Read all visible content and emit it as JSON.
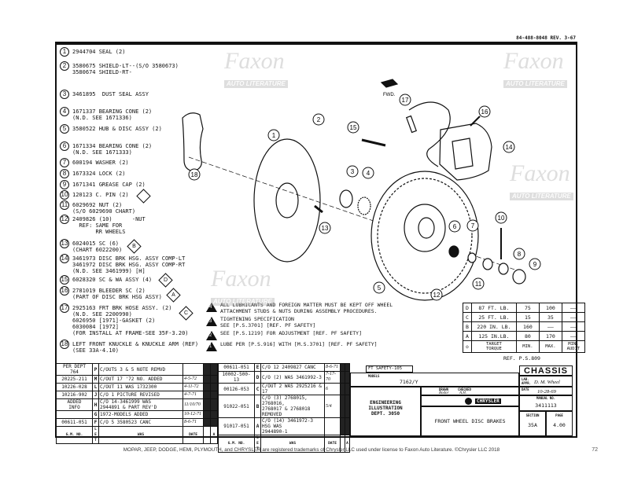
{
  "doc_number": "84-488-8048 REV. 3-67",
  "watermark": {
    "brand": "Faxon",
    "sub": "AUTO LITERATURE"
  },
  "parts": [
    {
      "n": "1",
      "text": "2944704 SEAL (2)"
    },
    {
      "n": "2",
      "text": "3580675 SHIELD-LT--(S/O 3580673)\n3580674 SHIELD-RT-"
    },
    {
      "n": "3",
      "text": "3461895  DUST SEAL ASSY"
    },
    {
      "n": "4",
      "text": "1671337 BEARING CONE (2)\n(N.D. SEE 1671336)"
    },
    {
      "n": "5",
      "text": "3580522 HUB & DISC ASSY (2)"
    },
    {
      "n": "6",
      "text": "1671334 BEARING CONE (2)\n(N.D. SEE 1671333)"
    },
    {
      "n": "7",
      "text": "600194 WASHER (2)"
    },
    {
      "n": "8",
      "text": "1673324 LOCK (2)"
    },
    {
      "n": "9",
      "text": "1671341 GREASE CAP (2)"
    },
    {
      "n": "10",
      "text": "120123 C. PIN (2)"
    },
    {
      "n": "11",
      "text": "6029692 NUT (2)\n(S/O 6029690 CHART)"
    },
    {
      "n": "12",
      "text": "2409826 (10)      -NUT\n  REF: SAME FOR\n       RR WHEELS"
    },
    {
      "n": "13",
      "text": "6024015 SC (6)\n(CHART 6022200)"
    },
    {
      "n": "14",
      "text": "3461973 DISC BRK HSG. ASSY COMP-LT\n3461972 DISC BRK HSG. ASSY COMP-RT\n(N.D. SEE 3461999) [H]"
    },
    {
      "n": "15",
      "text": "6028320 SC & WA ASSY (4)"
    },
    {
      "n": "16",
      "text": "2781019 BLEEDER SC (2)\n(PART OF DISC BRK HSG ASSY)"
    },
    {
      "n": "17",
      "text": "2925163 FRT BRK HOSE ASSY. (2)\n(N.D. SEE 2200990)\n6026950 [1971]-GASKET (2)\n6030084 [1972]\n(FOR INSTALL AT FRAME-SEE 35F-3.20)"
    },
    {
      "n": "18",
      "text": "LEFT FRONT KNUCKLE & KNUCKLE ARM (REF)\n(SEE 33A-4.10)"
    }
  ],
  "part_diamonds": {
    "10": "",
    "13": "B",
    "15": "D",
    "16": "A",
    "17": "C"
  },
  "drawing": {
    "fwd_label": "FWD."
  },
  "notes": [
    {
      "n": "4",
      "text": "ALL LUBRICANTS AND FOREIGN MATTER MUST BE KEPT OFF WHEEL\nATTACHMENT STUDS & NUTS DURING ASSEMBLY PROCEDURES."
    },
    {
      "n": "3",
      "text": "TIGHTENING SPECIFICATION\nSEE [P.S.3701] [REF. PF SAFETY]"
    },
    {
      "n": "2",
      "text": "SEE [P.S.1219] FOR ADJUSTMENT [REF. PF SAFETY]"
    },
    {
      "n": "1",
      "text": "LUBE PER [P.S.916] WITH [M.S.3701] [REF. PF SAFETY]"
    }
  ],
  "torque": {
    "rows": [
      {
        "k": "D",
        "torque": "87 FT. LB.",
        "min": "75",
        "max": "100",
        "audit": "——"
      },
      {
        "k": "C",
        "torque": "25 FT. LB.",
        "min": "15",
        "max": "35",
        "audit": "——"
      },
      {
        "k": "B",
        "torque": "220 IN. LB.",
        "min": "160",
        "max": "——",
        "audit": "——"
      },
      {
        "k": "A",
        "torque": "125 IN.LB.",
        "min": "80",
        "max": "170",
        "audit": "——"
      }
    ],
    "header": {
      "torque": "TARGET\nTORQUE",
      "min": "MIN.",
      "max": "MAX.",
      "audit": "MIN.\nAUDIT"
    },
    "ref": "REF. P.S.809"
  },
  "revisions_left": [
    {
      "gm": "PER DEPT 764",
      "let": "P",
      "was": "C/OUTS 3 & 5 NOTE REMVD",
      "date": ""
    },
    {
      "gm": "20225-211",
      "let": "M",
      "was": "C/OUT 17 '72 NO. ADDED",
      "date": "4-5-72"
    },
    {
      "gm": "10226-028",
      "let": "L",
      "was": "C/OUT 11 WAS 1732300",
      "date": "4-11-72"
    },
    {
      "gm": "10216-902",
      "let": "J",
      "was": "C/O 1 PICTURE REVISED",
      "date": "4-7-71"
    },
    {
      "gm": "ADDED\nINFO",
      "let": "H",
      "was": "C/O 14-3461999 WAS\n2944891 & PART REV'D",
      "date": "11/10/70"
    },
    {
      "gm": "",
      "let": "G",
      "was": "1972-MODELS ADDED",
      "date": "10-12-71"
    },
    {
      "gm": "00611-051",
      "let": "F",
      "was": "C/O 5 3580523 CANC",
      "date": "8-6-71"
    }
  ],
  "revisions_right": [
    {
      "gm": "00611-051",
      "let": "E",
      "was": "C/O 12 2409827 CANC",
      "date": "8-6-71"
    },
    {
      "gm": "10002-500-13",
      "let": "D",
      "was": "C/O (2) WAS 3461992-3",
      "date": "7-17-70"
    },
    {
      "gm": "00126-053",
      "let": "C",
      "was": "C/OUT 2 WAS 2925216 & 17",
      "date": "6"
    },
    {
      "gm": "91022-051",
      "let": "B",
      "was": "C/O (3) 2768015, 2768016,\n2768017 & 2768018 REMOVED",
      "date": "5/4"
    },
    {
      "gm": "91017-051",
      "let": "A",
      "was": "C/O (14) 3461972-3  HSG WAS\n2944890-1",
      "date": ""
    }
  ],
  "rev_headers": {
    "gm": "G.M. NO.",
    "let": "LET",
    "was": "WAS",
    "date": "DATE",
    "a": "A"
  },
  "title_block": {
    "safety": "FT SAFETY-105",
    "models_label": "MODELS",
    "models": "7162/Y",
    "dept": "ENGINEERING\nILLUSTRATION\nDEPT. 3050",
    "drawn_label": "DRAWN",
    "drawn": "Bodor",
    "checked_label": "CHECKED",
    "checked": "A.H.",
    "company": "CHRYSLER",
    "title": "FRONT WHEEL DISC BRAKES",
    "category": "CHASSIS",
    "appr_label": "LAB. APPR.",
    "appr": "D. M. Wheel",
    "date_label": "DATE",
    "date": "10-28-69",
    "manual_label": "MANUAL NO.",
    "manual": "3411113",
    "section_label": "SECTION",
    "section": "35A",
    "page_label": "PAGE",
    "page": "4.00"
  },
  "footer": "MOPAR, JEEP, DODGE, HEMI, PLYMOUTH, and CHRYSLER are registered trademarks of Chrysler LLC used under license to Faxon Auto Literature. ©Chrysler LLC 2018",
  "page_number": "72"
}
